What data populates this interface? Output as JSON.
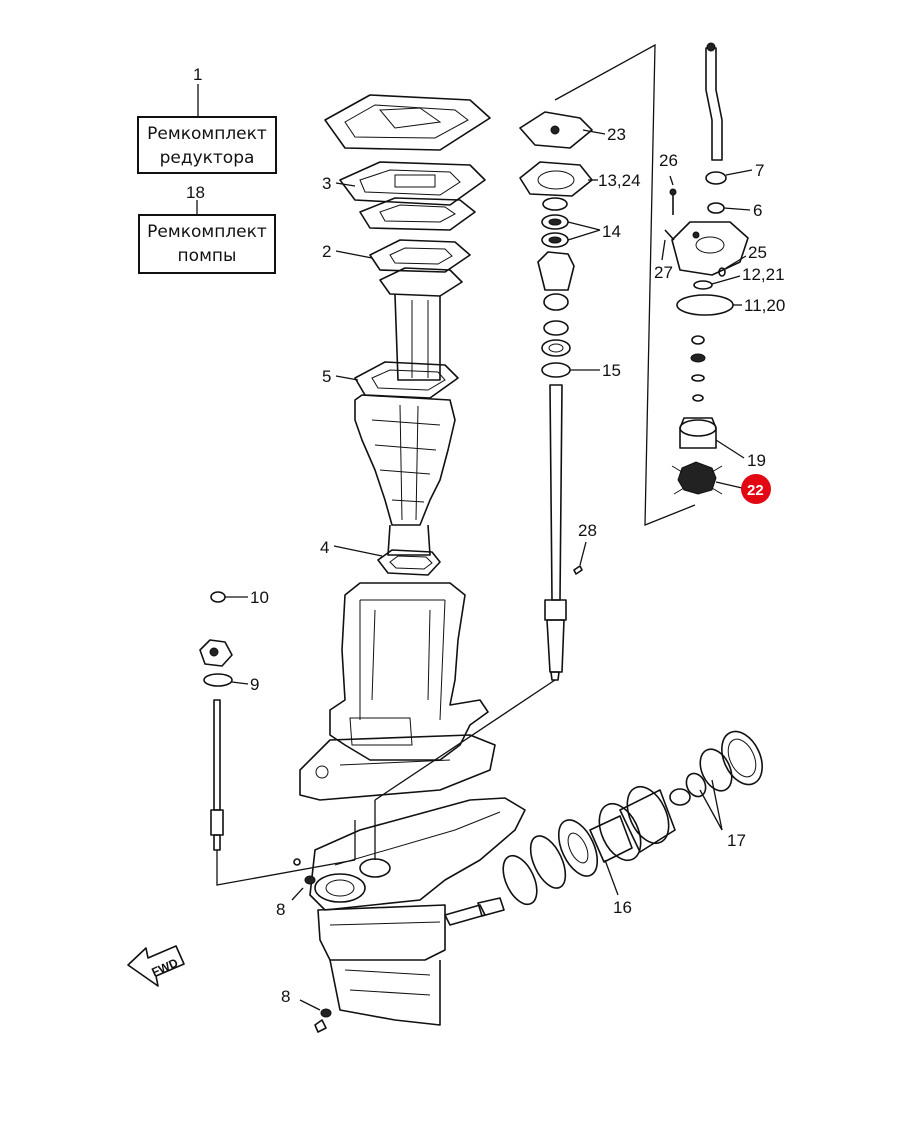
{
  "kits": [
    {
      "number": "1",
      "line1": "Ремкомплект",
      "line2": "редуктора"
    },
    {
      "number": "18",
      "line1": "Ремкомплект",
      "line2": "помпы"
    }
  ],
  "callouts": {
    "c2": "2",
    "c3": "3",
    "c4": "4",
    "c5": "5",
    "c6": "6",
    "c7": "7",
    "c8a": "8",
    "c8b": "8",
    "c9": "9",
    "c10": "10",
    "c11_20": "11,20",
    "c12_21": "12,21",
    "c13_24": "13,24",
    "c14": "14",
    "c15": "15",
    "c16": "16",
    "c17": "17",
    "c19": "19",
    "c23": "23",
    "c25": "25",
    "c26": "26",
    "c27": "27",
    "c28": "28"
  },
  "highlight": {
    "label": "22",
    "color": "#e30613"
  },
  "fwd_label": "FWD"
}
